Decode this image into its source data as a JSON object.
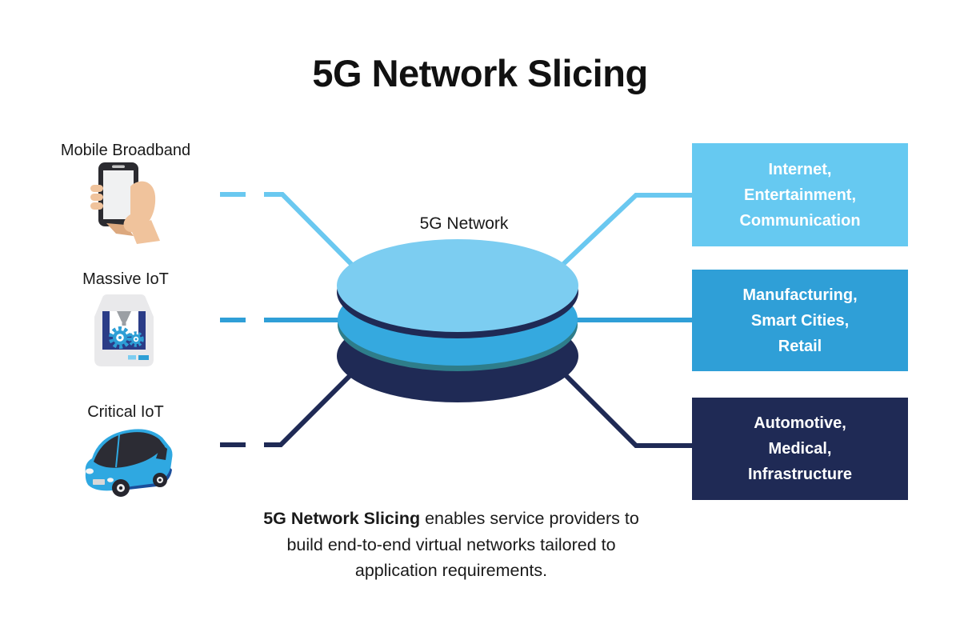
{
  "title": "5G Network Slicing",
  "center_label": "5G Network",
  "sources": [
    {
      "label": "Mobile Broadband",
      "icon": "smartphone-in-hand-icon"
    },
    {
      "label": "Massive IoT",
      "icon": "3d-printer-icon"
    },
    {
      "label": "Critical IoT",
      "icon": "car-icon"
    }
  ],
  "destinations": [
    {
      "line1": "Internet,",
      "line2": "Entertainment,",
      "line3": "Communication"
    },
    {
      "line1": "Manufacturing,",
      "line2": "Smart Cities,",
      "line3": "Retail"
    },
    {
      "line1": "Automotive,",
      "line2": "Medical,",
      "line3": "Infrastructure"
    }
  ],
  "caption": {
    "bold": "5G Network Slicing",
    "rest": " enables service providers to",
    "line2": "build end-to-end virtual networks tailored to",
    "line3": "application requirements."
  },
  "palette": {
    "light_blue": "#6AC8F0",
    "box_light_blue": "#66C9F1",
    "sky_disc": "#7CCDF1",
    "medium_blue": "#2F9FD7",
    "disc_blue": "#35A9DF",
    "navy": "#1F2A55",
    "teal_rim": "#2E7D8A"
  }
}
